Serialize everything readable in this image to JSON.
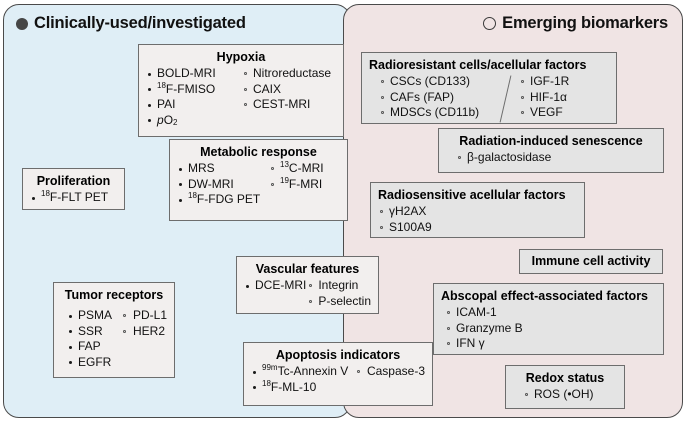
{
  "panels": {
    "left": {
      "title": "Clinically-used/investigated",
      "marker": "filled-circle-icon",
      "bg": "#dfeef6"
    },
    "right": {
      "title": "Emerging biomarkers",
      "marker": "open-circle-icon",
      "bg": "#f0e4e4"
    }
  },
  "cards": {
    "hypoxia": {
      "title": "Hypoxia",
      "col1": [
        "BOLD-MRI",
        "18F-FMISO",
        "PAI",
        "pO2"
      ],
      "col2": [
        "Nitroreductase",
        "CAIX",
        "CEST-MRI"
      ]
    },
    "metabolic": {
      "title": "Metabolic response",
      "col1": [
        "MRS",
        "DW-MRI",
        "18F-FDG PET"
      ],
      "col2": [
        "13C-MRI",
        "19F-MRI"
      ]
    },
    "proliferation": {
      "title": "Proliferation",
      "col1": [
        "18F-FLT PET"
      ]
    },
    "tumor_receptors": {
      "title": "Tumor receptors",
      "col1": [
        "PSMA",
        "SSR",
        "FAP",
        "EGFR"
      ],
      "col2": [
        "PD-L1",
        "HER2"
      ]
    },
    "vascular": {
      "title": "Vascular features",
      "col1": [
        "DCE-MRI"
      ],
      "col2": [
        "Integrin",
        "P-selectin"
      ]
    },
    "apoptosis": {
      "title": "Apoptosis indicators",
      "col1": [
        "99mTc-Annexin V",
        "18F-ML-10"
      ],
      "col2": [
        "Caspase-3"
      ]
    },
    "radioresistant": {
      "title": "Radioresistant cells/acellular factors",
      "col1": [
        "CSCs (CD133)",
        "CAFs (FAP)",
        "MDSCs (CD11b)"
      ],
      "col2": [
        "IGF-1R",
        "HIF-1α",
        "VEGF"
      ]
    },
    "senescence": {
      "title": "Radiation-induced senescence",
      "col1": [
        "β-galactosidase"
      ]
    },
    "radiosensitive": {
      "title": "Radiosensitive acellular factors",
      "col1": [
        "γH2AX",
        "S100A9"
      ]
    },
    "immune": {
      "title": "Immune cell activity",
      "col1": []
    },
    "abscopal": {
      "title": "Abscopal effect-associated factors",
      "col1": [
        "ICAM-1",
        "Granzyme B",
        "IFN γ"
      ]
    },
    "redox": {
      "title": "Redox status",
      "col1": [
        "ROS (•OH)"
      ]
    }
  }
}
